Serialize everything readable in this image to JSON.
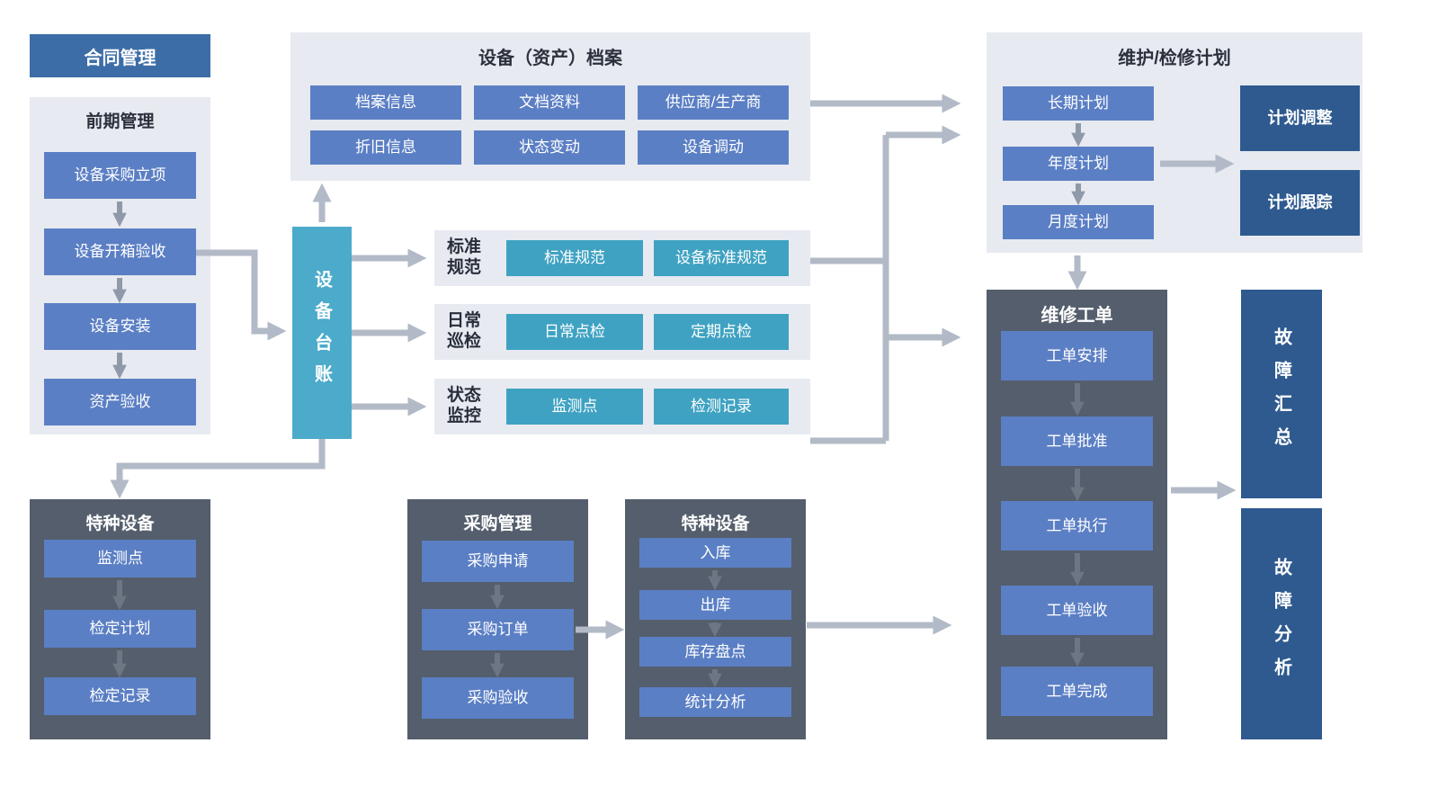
{
  "palette": {
    "header_blue": "#3c6da7",
    "node_blue": "#5b7fc4",
    "teal": "#3fa2c2",
    "ledger_teal": "#4caaca",
    "navy": "#2e5a8f",
    "panel_light": "#e8eaf1",
    "panel_dark": "#545e6c",
    "arrow_gray": "#b2bac7"
  },
  "contract": {
    "title": "合同管理"
  },
  "early": {
    "title": "前期管理",
    "steps": [
      "设备采购立项",
      "设备开箱验收",
      "设备安装",
      "资产验收"
    ]
  },
  "archive": {
    "title": "设备（资产）档案",
    "row1": [
      "档案信息",
      "文档资料",
      "供应商/生产商"
    ],
    "row2": [
      "折旧信息",
      "状态变动",
      "设备调动"
    ]
  },
  "ledger": {
    "title": "设备台账"
  },
  "spec_rows": [
    {
      "label": "标准规范",
      "items": [
        "标准规范",
        "设备标准规范"
      ]
    },
    {
      "label": "日常巡检",
      "items": [
        "日常点检",
        "定期点检"
      ]
    },
    {
      "label": "状态监控",
      "items": [
        "监测点",
        "检测记录"
      ]
    }
  ],
  "plan": {
    "title": "维护/检修计划",
    "steps": [
      "长期计划",
      "年度计划",
      "月度计划"
    ],
    "side": [
      "计划调整",
      "计划跟踪"
    ]
  },
  "work_order": {
    "title": "维修工单",
    "steps": [
      "工单安排",
      "工单批准",
      "工单执行",
      "工单验收",
      "工单完成"
    ]
  },
  "fault": {
    "summary": "故障汇总",
    "analysis": "故障分析"
  },
  "special_left": {
    "title": "特种设备",
    "steps": [
      "监测点",
      "检定计划",
      "检定记录"
    ]
  },
  "procurement": {
    "title": "采购管理",
    "steps": [
      "采购申请",
      "采购订单",
      "采购验收"
    ]
  },
  "warehouse": {
    "title": "特种设备",
    "steps": [
      "入库",
      "出库",
      "库存盘点",
      "统计分析"
    ]
  }
}
